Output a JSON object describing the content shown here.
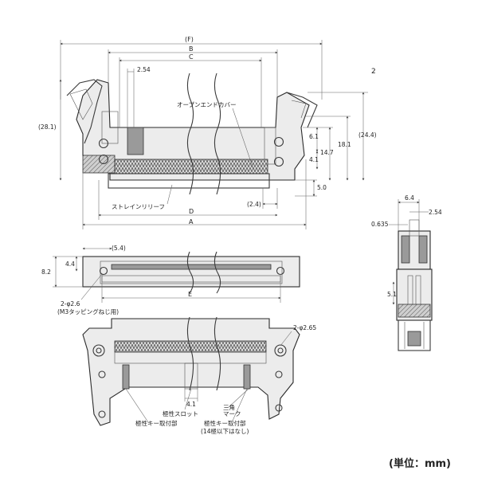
{
  "side_label": "2",
  "unit_label": "(単位：mm)",
  "front_view": {
    "dims": {
      "F": "(F)",
      "B": "B",
      "C": "C",
      "D": "D",
      "A": "A",
      "pitch": "2.54",
      "h_total": "(24.4)",
      "h1": "18.1",
      "h2": "14.7",
      "h3": "6.1",
      "h4": "4.1",
      "h5": "5.0",
      "h6": "(2.4)",
      "h_left": "(28.1)"
    },
    "open_end_cover": "オープンエンドカバー",
    "strain_relief": "ストレインリリーフ"
  },
  "side_view": {
    "dims": {
      "w1": "6.4",
      "w2": "2.54",
      "w3": "0.635",
      "h": "5.1"
    }
  },
  "top_view": {
    "dims": {
      "s1": "(5.4)",
      "s2": "4.4",
      "s3": "8.2",
      "E": "E"
    },
    "hole_note": "2-φ2.6",
    "screw_note": "(M3タッピングねじ用)"
  },
  "bottom_view": {
    "hole_note": "2-φ2.65",
    "slot_width": "4.1",
    "slot_label": "極性スロット",
    "triangle_mark": [
      "三角",
      "マーク"
    ],
    "key_mount_left": "極性キー取付部",
    "key_mount_right": "極性キー取付部",
    "key_note": "(14極以下はなし)"
  }
}
